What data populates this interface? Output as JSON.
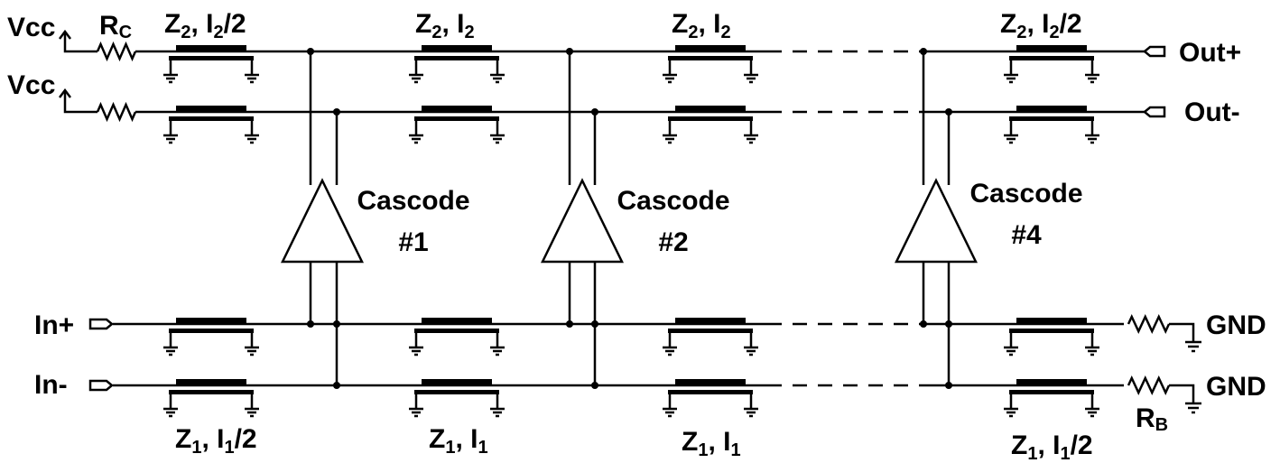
{
  "colors": {
    "stroke": "#000000",
    "background": "#ffffff"
  },
  "supply_labels": {
    "vcc_top": "Vcc",
    "vcc_bottom": "Vcc",
    "rc_main": "R",
    "rc_sub": "C"
  },
  "ports": {
    "out_plus": "Out+",
    "out_minus": "Out-",
    "in_plus": "In+",
    "in_minus": "In-",
    "gnd_top": "GND",
    "gnd_bottom": "GND",
    "rb_main": "R",
    "rb_sub": "B"
  },
  "top_line_labels": [
    {
      "z": "Z",
      "z_sub": "2",
      "i": ", I",
      "i_sub": "2",
      "suffix": "/2"
    },
    {
      "z": "Z",
      "z_sub": "2",
      "i": ", I",
      "i_sub": "2",
      "suffix": ""
    },
    {
      "z": "Z",
      "z_sub": "2",
      "i": ", I",
      "i_sub": "2",
      "suffix": ""
    },
    {
      "z": "Z",
      "z_sub": "2",
      "i": ", I",
      "i_sub": "2",
      "suffix": "/2"
    }
  ],
  "bottom_line_labels": [
    {
      "z": "Z",
      "z_sub": "1",
      "i": ", I",
      "i_sub": "1",
      "suffix": "/2"
    },
    {
      "z": "Z",
      "z_sub": "1",
      "i": ", I",
      "i_sub": "1",
      "suffix": ""
    },
    {
      "z": "Z",
      "z_sub": "1",
      "i": ", I",
      "i_sub": "1",
      "suffix": ""
    },
    {
      "z": "Z",
      "z_sub": "1",
      "i": ", I",
      "i_sub": "1",
      "suffix": "/2"
    }
  ],
  "cascodes": [
    {
      "label": "Cascode",
      "number": "#1"
    },
    {
      "label": "Cascode",
      "number": "#2"
    },
    {
      "label": "Cascode",
      "number": "#4"
    }
  ]
}
